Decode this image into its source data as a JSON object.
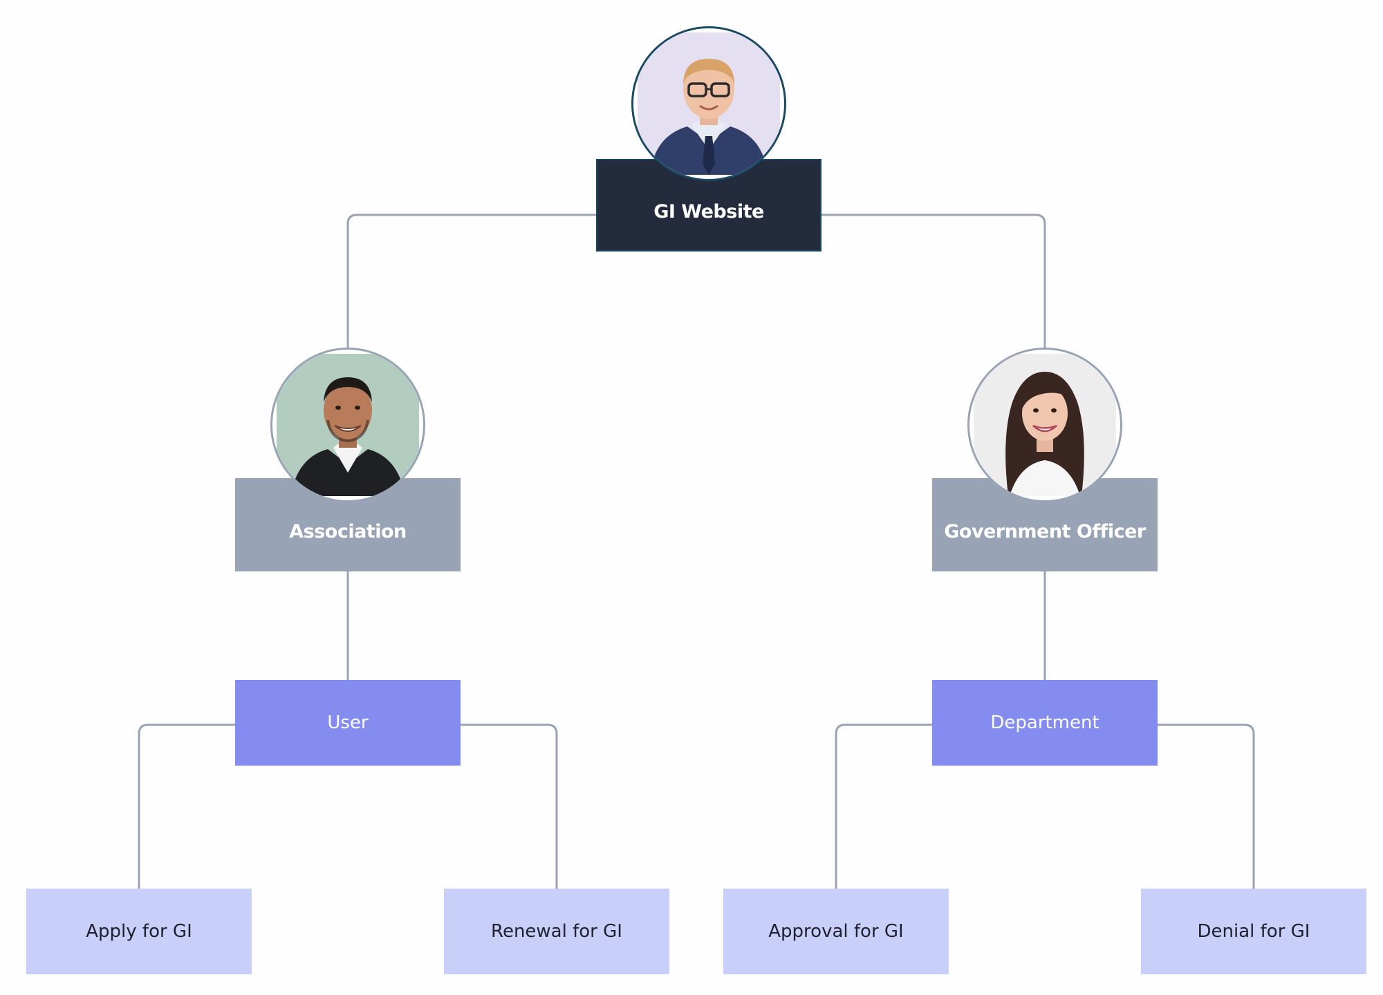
{
  "colors": {
    "root_fill": "#232b3d",
    "root_border": "#1a4a63",
    "group_fill": "#98a3b6",
    "role_fill": "#858cef",
    "leaf_fill": "#c8d0fa",
    "connector": "#98a3b6"
  },
  "root": {
    "label": "GI Website",
    "avatar": "man-glasses-suit-photo"
  },
  "groups": [
    {
      "label": "Association",
      "avatar": "man-dark-jacket-photo",
      "role": {
        "label": "User",
        "children": [
          "Apply for GI",
          "Renewal for GI"
        ]
      }
    },
    {
      "label": "Government Officer",
      "avatar": "woman-long-hair-photo",
      "role": {
        "label": "Department",
        "children": [
          "Approval for GI",
          "Denial for GI"
        ]
      }
    }
  ]
}
